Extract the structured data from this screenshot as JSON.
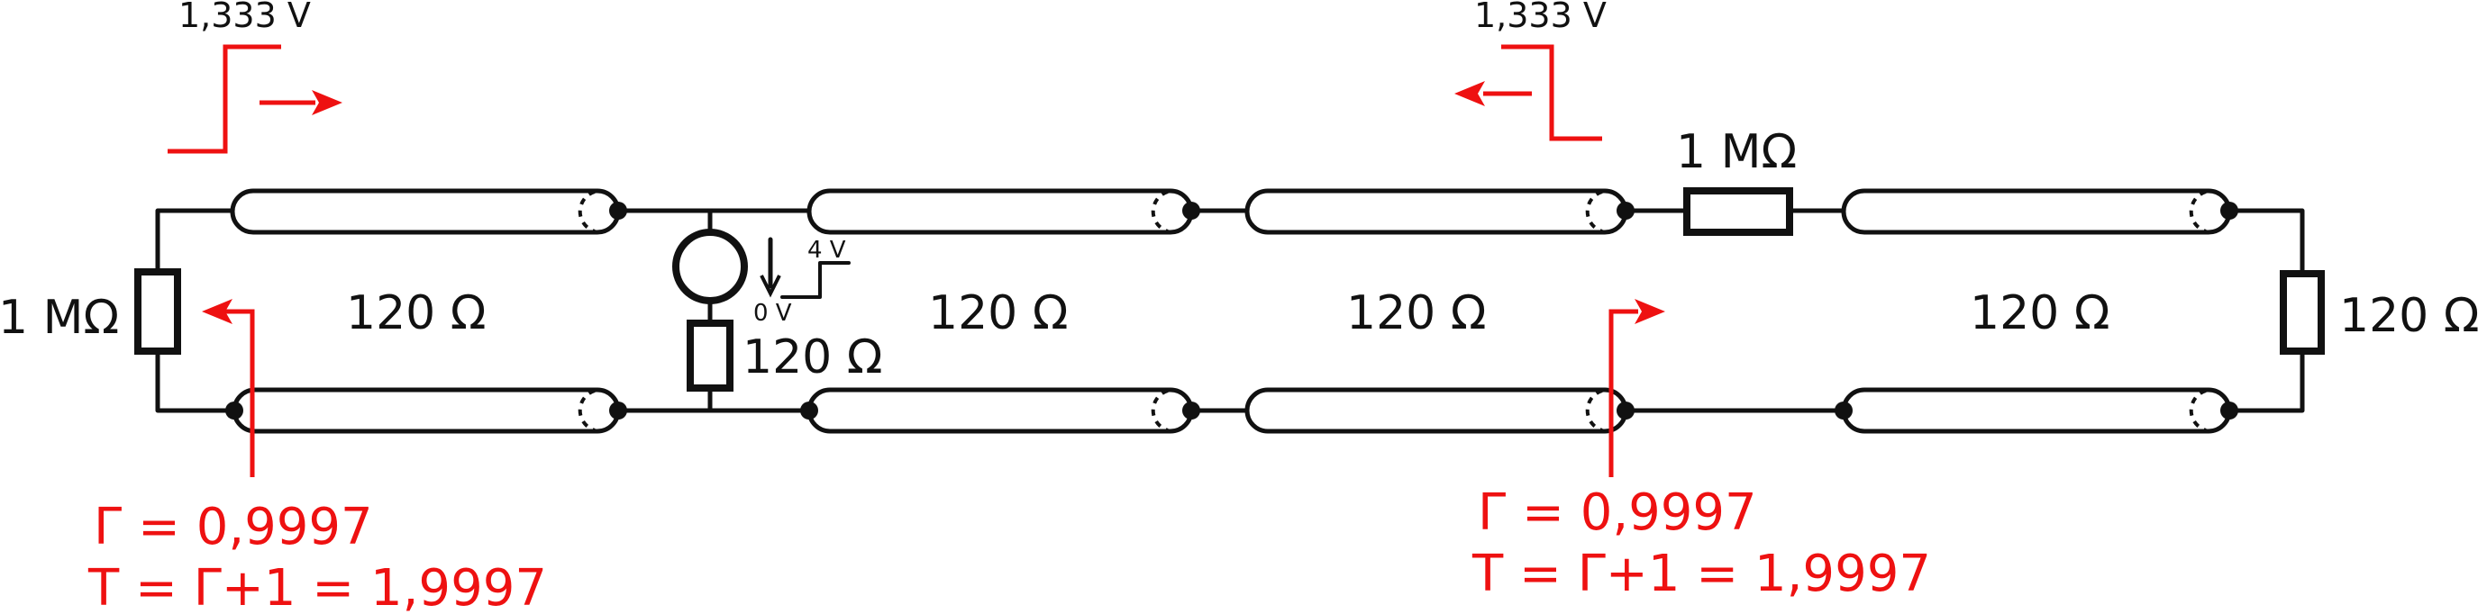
{
  "pulse_left": {
    "voltage": "1,333 V"
  },
  "pulse_right": {
    "voltage": "1,333 V"
  },
  "resistors": {
    "left": "1 MΩ",
    "top_series": "1 MΩ",
    "source": "120 Ω",
    "right": "120 Ω"
  },
  "cables": {
    "upper_left": "120 Ω",
    "middle": "120 Ω",
    "center": "120 Ω",
    "right": "120 Ω"
  },
  "source": {
    "step_high": "4 V",
    "step_low": "0 V"
  },
  "annotations": {
    "left": {
      "gamma": "Γ = 0,9997",
      "transmission": "T = Γ+1 = 1,9997"
    },
    "right": {
      "gamma": "Γ = 0,9997",
      "transmission": "T = Γ+1 = 1,9997"
    }
  },
  "colors": {
    "wire": "#111111",
    "annotation": "#ee1111"
  }
}
